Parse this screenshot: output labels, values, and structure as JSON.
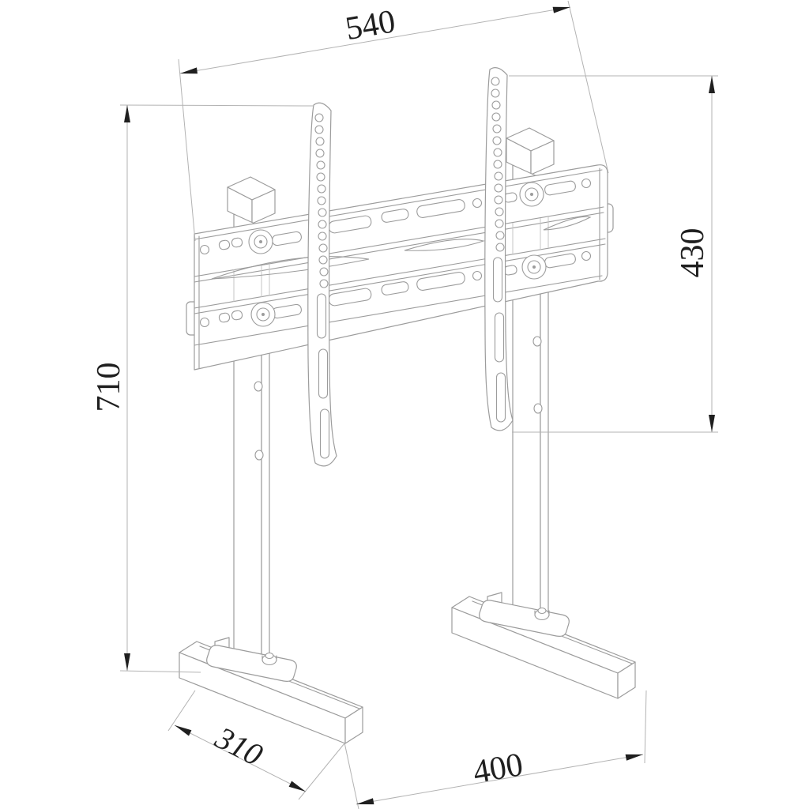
{
  "drawing": {
    "background_color": "#ffffff",
    "part_line_color": "#9c9c9c",
    "dimension_line_color": "#b3b3b3",
    "annotation_color": "#1f1f1f",
    "dimensions": {
      "top_width": "540",
      "bracket_height": "430",
      "overall_height": "710",
      "base_depth": "310",
      "base_span": "400"
    }
  }
}
